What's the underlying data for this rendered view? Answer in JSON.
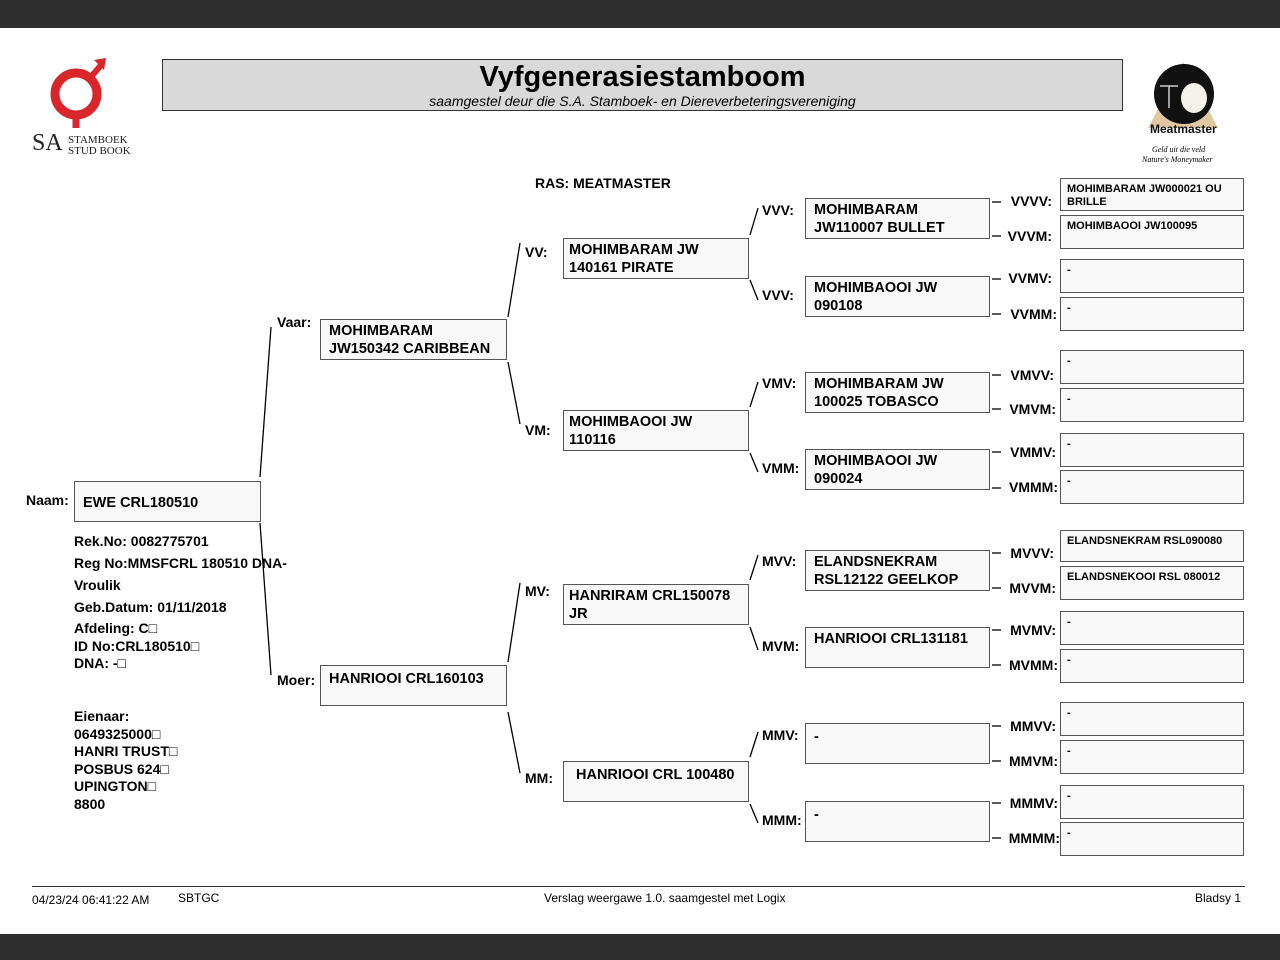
{
  "header": {
    "title": "Vyfgenerasiestamboom",
    "subtitle": "saamgestel deur die S.A. Stamboek- en Diereverbeteringsvereniging",
    "ras": "RAS: MEATMASTER"
  },
  "logo_left": {
    "line1": "STAMBOEK",
    "line2": "STUD BOOK",
    "sa": "SA"
  },
  "logo_right": {
    "brand": "Meatmaster",
    "tagline1": "Geld uit die veld",
    "tagline2": "Nature's Moneymaker"
  },
  "animal": {
    "label": "Naam:",
    "name": "EWE CRL180510",
    "details": [
      "Rek.No: 0082775701",
      "Reg No:MMSFCRL 180510 DNA-",
      "Vroulik",
      "Geb.Datum: 01/11/2018",
      "Afdeling: C□",
      "ID No:CRL180510□",
      "DNA: -□"
    ],
    "owner": [
      "Eienaar:",
      "0649325000□",
      "HANRI TRUST□",
      "POSBUS 624□",
      "UPINGTON□",
      "8800"
    ]
  },
  "gen1": [
    {
      "label": "Vaar:",
      "name": "MOHIMBARAM JW150342 CARIBBEAN"
    },
    {
      "label": "Moer:",
      "name": "HANRIOOI CRL160103"
    }
  ],
  "gen2": [
    {
      "label": "VV:",
      "name": "MOHIMBARAM JW 140161 PIRATE"
    },
    {
      "label": "VM:",
      "name": "MOHIMBAOOI JW 110116"
    },
    {
      "label": "MV:",
      "name": "HANRIRAM CRL150078 JR"
    },
    {
      "label": "MM:",
      "name": "HANRIOOI CRL 100480"
    }
  ],
  "gen3": [
    {
      "label": "VVV:",
      "name": "MOHIMBARAM JW110007 BULLET"
    },
    {
      "label": "VVV:",
      "name": "MOHIMBAOOI JW 090108"
    },
    {
      "label": "VMV:",
      "name": "MOHIMBARAM JW 100025 TOBASCO"
    },
    {
      "label": "VMM:",
      "name": "MOHIMBAOOI JW 090024"
    },
    {
      "label": "MVV:",
      "name": "ELANDSNEKRAM RSL12122 GEELKOP"
    },
    {
      "label": "MVM:",
      "name": "HANRIOOI CRL131181"
    },
    {
      "label": "MMV:",
      "name": "-"
    },
    {
      "label": "MMM:",
      "name": "-"
    }
  ],
  "gen4": [
    {
      "label": "VVVV:",
      "name": "MOHIMBARAM JW000021 OU BRILLE"
    },
    {
      "label": "VVVM:",
      "name": "MOHIMBAOOI JW100095"
    },
    {
      "label": "VVMV:",
      "name": "-"
    },
    {
      "label": "VVMM:",
      "name": "-"
    },
    {
      "label": "VMVV:",
      "name": "-"
    },
    {
      "label": "VMVM:",
      "name": "-"
    },
    {
      "label": "VMMV:",
      "name": "-"
    },
    {
      "label": "VMMM:",
      "name": "-"
    },
    {
      "label": "MVVV:",
      "name": "ELANDSNEKRAM RSL090080"
    },
    {
      "label": "MVVM:",
      "name": "ELANDSNEKOOI RSL 080012"
    },
    {
      "label": "MVMV:",
      "name": "-"
    },
    {
      "label": "MVMM:",
      "name": "-"
    },
    {
      "label": "MMVV:",
      "name": "-"
    },
    {
      "label": "MMVM:",
      "name": "-"
    },
    {
      "label": "MMMV:",
      "name": "-"
    },
    {
      "label": "MMMM:",
      "name": "-"
    }
  ],
  "footer": {
    "timestamp": "04/23/24 06:41:22 AM",
    "code": "SBTGC",
    "report": "Verslag weergawe 1.0. saamgestel met Logix",
    "page": "Bladsy 1"
  },
  "colors": {
    "logo_red": "#d9262a",
    "title_bg": "#d9d9d9",
    "box_bg": "#f8f8f8",
    "bars": "#2e2e2e"
  }
}
